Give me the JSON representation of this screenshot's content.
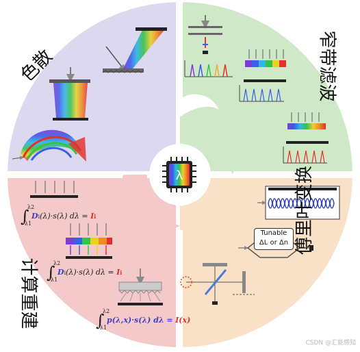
{
  "quadrants": {
    "dispersion": {
      "title": "色散",
      "color": "#dcd8ef"
    },
    "narrowband": {
      "title": "窄带滤波",
      "color": "#cfe8c8"
    },
    "fourier": {
      "title": "傅里叶变换",
      "color": "#f9e1c8"
    },
    "reconstruction": {
      "title": "计算重建",
      "color": "#f4c9c9"
    }
  },
  "center_chip": {
    "symbol": "λ"
  },
  "equations": {
    "eq1": {
      "lower": "λ1",
      "upper": "λ2",
      "f": "D",
      "fsub": "i",
      "body": "(λ)·s(λ) dλ =",
      "rhs": "I",
      "rsub": "i"
    },
    "eq2": {
      "lower": "λ1",
      "upper": "λ2",
      "f": "D",
      "fsub": "i",
      "body": "(λ)·s(λ) dλ =",
      "rhs": "I",
      "rsub": "i"
    },
    "eq3": {
      "lower": "λ1",
      "upper": "λ2",
      "f": "p",
      "body": "(λ,x)·s(λ) dλ =",
      "rhs": "I(x)"
    }
  },
  "tunable_box": {
    "line1": "Tunable",
    "line2": "ΔL or Δn"
  },
  "watermark": "CSDN @汇能感知",
  "rainbow_colors": [
    "#7a3cd6",
    "#3a5ee8",
    "#2fb6e6",
    "#36c24a",
    "#e8d22a",
    "#f08a24",
    "#e3302a"
  ]
}
